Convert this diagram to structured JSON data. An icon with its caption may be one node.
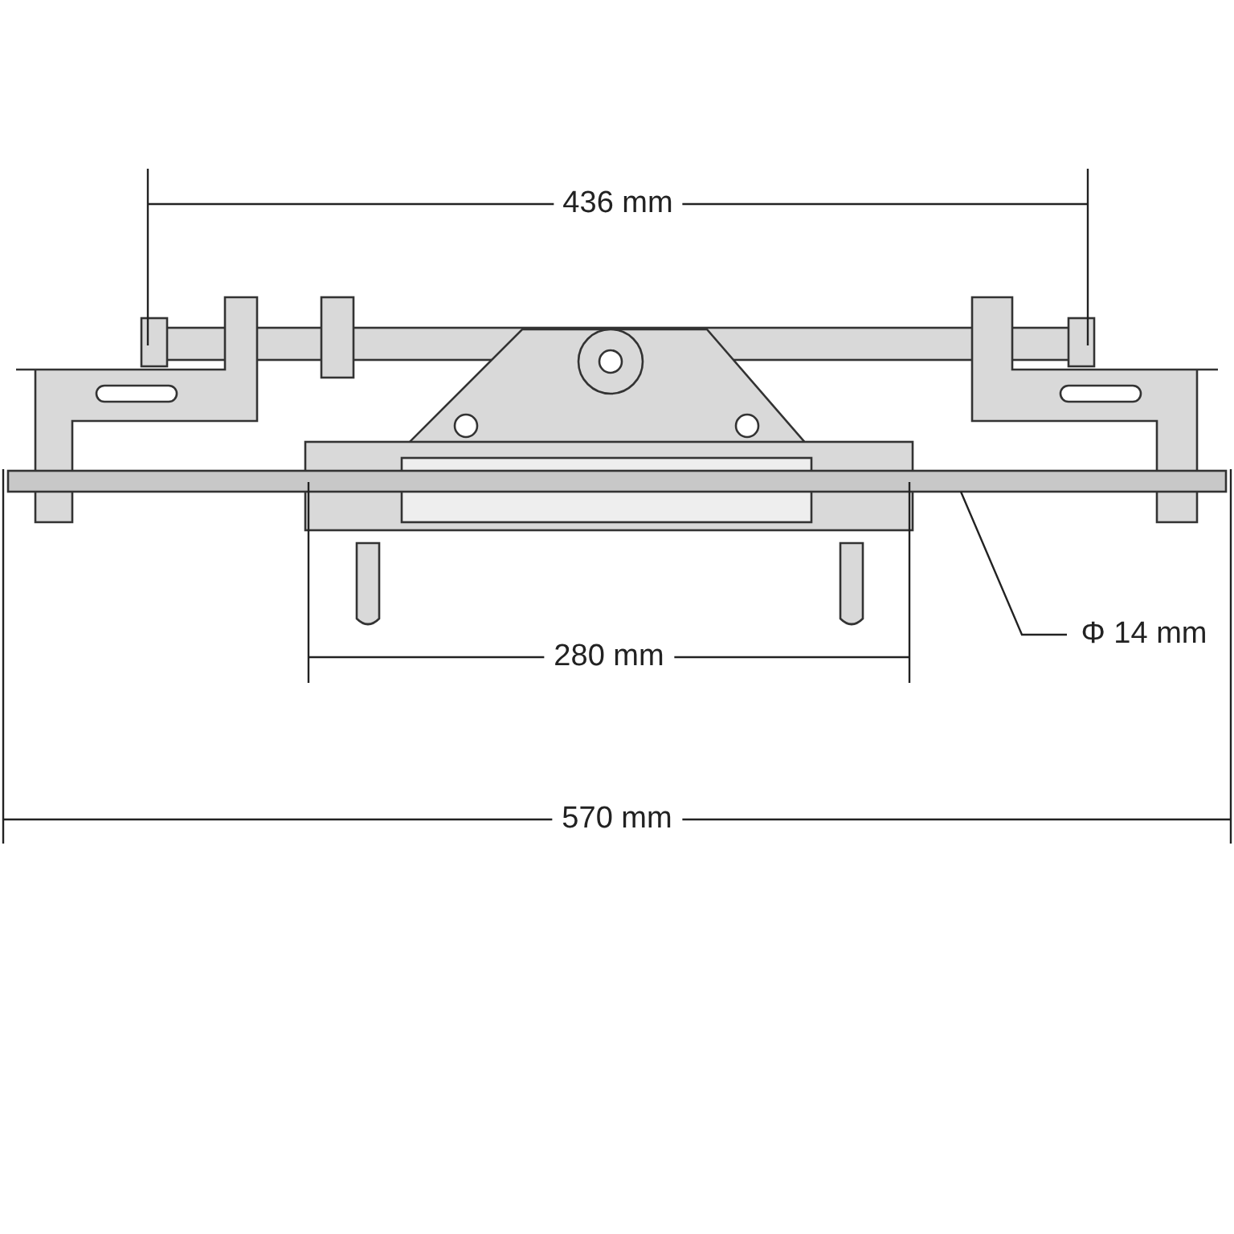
{
  "diagram": {
    "nodes": [
      {
        "text": [
          "Φ 14 mm"
        ]
      },
      {
        "text": [],
        "shape": "bar"
      }
    ],
    "edges": [
      {
        "from": 0,
        "to": 1,
        "arrow": "none"
      }
    ],
    "labels": [
      "436 mm",
      "280 mm",
      "570 mm"
    ]
  }
}
